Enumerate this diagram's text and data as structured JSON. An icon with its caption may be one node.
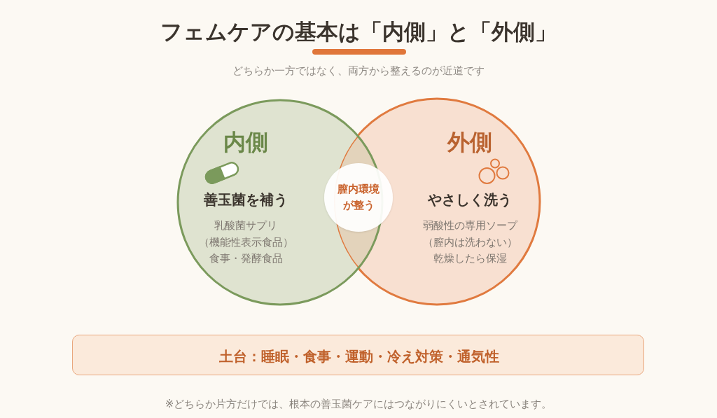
{
  "diagram": {
    "title": "フェムケアの基本は「内側」と「外側」",
    "caption": "※どちらか片方だけでは、根本の善玉菌ケアにはつながりにくいとされています。",
    "labels": [
      "どちらか一方ではなく、両方から整えるのが近道です"
    ],
    "nodes": [
      {
        "text": [
          "内側",
          "善玉菌を補う",
          "乳酸菌サプリ",
          "（機能性表示食品）",
          "食事・発酵食品"
        ]
      },
      {
        "text": [
          "外側",
          "やさしく洗う",
          "弱酸性の専用ソープ",
          "（膣内は洗わない）",
          "乾燥したら保湿"
        ]
      },
      {
        "text": [
          "膣内環境が整う"
        ]
      },
      {
        "text": [
          "土台：睡眠・食事・運動・冷え対策・通気性"
        ]
      }
    ]
  }
}
